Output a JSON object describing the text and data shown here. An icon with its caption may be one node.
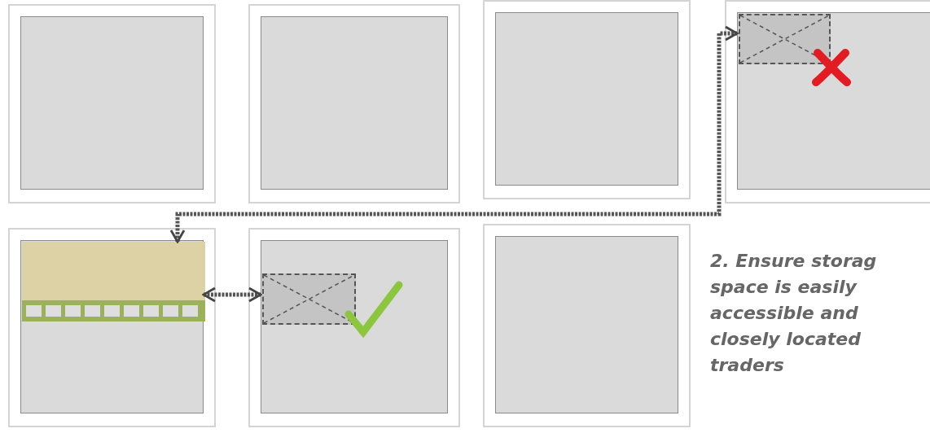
{
  "diagram": {
    "nodes": [
      {
        "text": [],
        "shape": "box"
      },
      {
        "text": [],
        "shape": "box"
      },
      {
        "text": [],
        "shape": "box"
      },
      {
        "text": [],
        "shape": "box"
      },
      {
        "text": [],
        "shape": "box",
        "in": 3
      },
      {
        "text": [],
        "shape": "box"
      },
      {
        "text": [],
        "shape": "box",
        "in": 5
      },
      {
        "text": [],
        "shape": "box"
      },
      {
        "text": [],
        "shape": "box",
        "in": 7
      },
      {
        "text": [],
        "shape": "box"
      }
    ],
    "edges": [
      {
        "from": 6,
        "to": 4,
        "arrow": "both",
        "style": "dashed"
      },
      {
        "from": 6,
        "to": 8,
        "arrow": "both",
        "style": "dashed"
      }
    ],
    "labels": [
      "2. Ensure storag space is easily accessible and closely located traders"
    ]
  }
}
